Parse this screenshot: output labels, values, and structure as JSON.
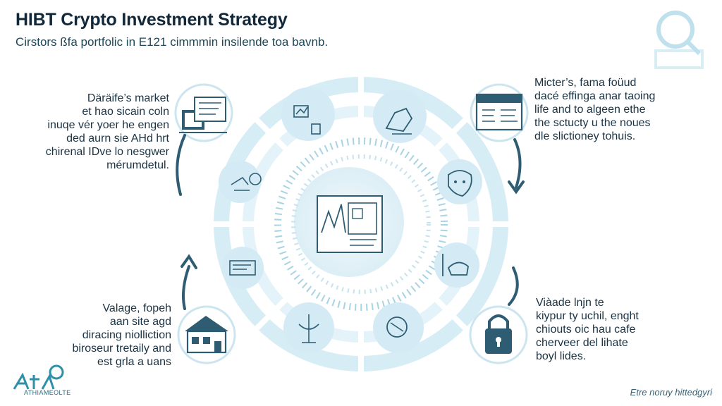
{
  "header": {
    "title": "HIBT Crypto Investment Strategy",
    "subtitle": "Cirstors ßfa portfolic in E121 cimmmin insilende toa bavnb."
  },
  "blocks": {
    "top_left": [
      "Däräife’s market",
      "et hao sicain coln",
      "inuqe vér yoer he engen",
      "ded aurn sie AHd hrt",
      "chirenal IDve lo nesgwer",
      "mérumdetul."
    ],
    "top_right": [
      "Micter’s, fama foüud",
      "dacé effinga anar taoing",
      "life and to algeen ethe",
      "the sctucty u the noues",
      "dle slictioney tohuis."
    ],
    "bottom_left": [
      "Valage, fopeh",
      "aan site agd",
      "diracing niolliction",
      "biroseur tretaily and",
      "est grla a uans"
    ],
    "bottom_right": [
      "Viàade lnjn te",
      "kiypur ty uchil, enght",
      "chiouts oic hau cafe",
      "cherveer del lihate",
      "boyl lides."
    ]
  },
  "footer": {
    "logo_text": "ATHIAMEOLTE",
    "right_text": "Etre noruy hittedgyri"
  },
  "colors": {
    "ring_light": "#d4ecf5",
    "ring_mid": "#a9d6e8",
    "circle_fill": "#cfe8f3",
    "icon_stroke": "#2e5d73",
    "accent_teal": "#2f8fa8",
    "arrow": "#2e5d73"
  },
  "icons": {
    "center": "investment-chart-icon",
    "top_left": "computer-chart-icon",
    "top_right": "dashboard-screen-icon",
    "bottom_left": "house-icon",
    "bottom_right": "padlock-icon",
    "ring": [
      "trend-chart-icon",
      "ship-icon",
      "coin-stack-icon",
      "bull-icon",
      "bear-icon",
      "chart-up-icon",
      "laptop-icon",
      "scales-icon",
      "coin-icon",
      "magnifier-icon"
    ]
  }
}
